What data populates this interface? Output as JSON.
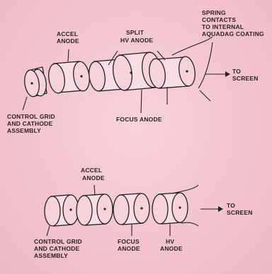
{
  "top": {
    "labels": {
      "accel_anode": [
        "ACCEL",
        "ANODE"
      ],
      "split_hv_anode": [
        "SPLIT",
        "HV ANODE"
      ],
      "spring_contacts": [
        "SPRING",
        "CONTACTS",
        "TO INTERNAL",
        "AQUADAG COATING"
      ],
      "to_screen": [
        "TO",
        "SCREEN"
      ],
      "control_grid": [
        "CONTROL GRID",
        "AND CATHODE",
        "ASSEMBLY"
      ],
      "focus_anode": [
        "FOCUS ANODE"
      ]
    }
  },
  "bottom": {
    "labels": {
      "accel_anode": [
        "ACCEL",
        "ANODE"
      ],
      "to_screen": [
        "TO",
        "SCREEN"
      ],
      "control_grid": [
        "CONTROL GRID",
        "AND CATHODE",
        "ASSEMBLY"
      ],
      "focus_anode": [
        "FOCUS",
        "ANODE"
      ],
      "hv_anode": [
        "HV",
        "ANODE"
      ]
    }
  }
}
